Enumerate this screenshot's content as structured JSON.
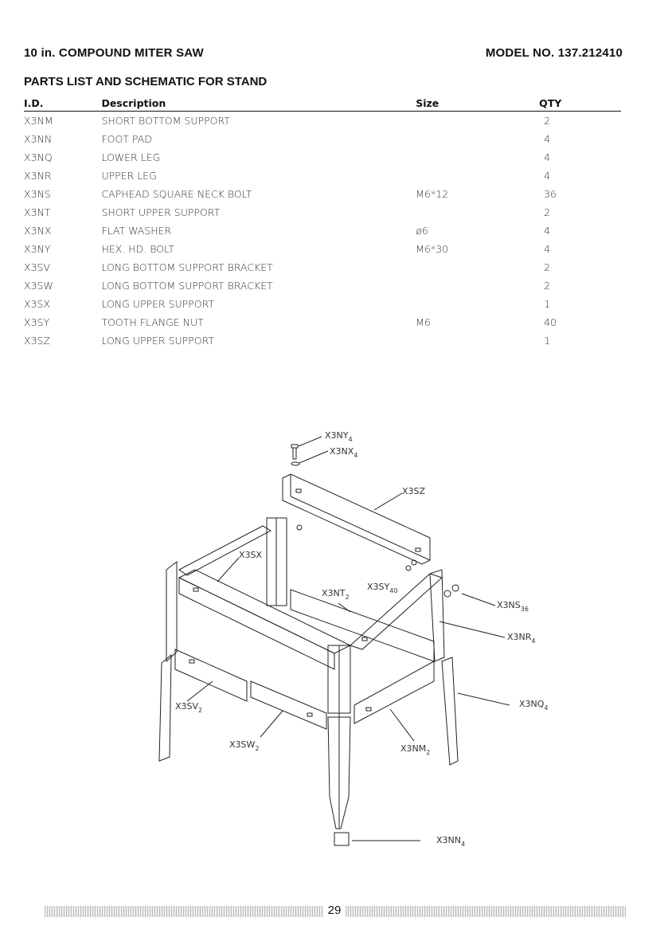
{
  "header": {
    "left": "10 in. COMPOUND MITER SAW",
    "right": "MODEL NO. 137.212410"
  },
  "subtitle": "PARTS LIST AND SCHEMATIC FOR STAND",
  "table": {
    "headers": {
      "id": "I.D.",
      "desc": "Description",
      "size": "Size",
      "qty": "QTY"
    },
    "rows": [
      {
        "id": "X3NM",
        "desc": "SHORT BOTTOM SUPPORT",
        "size": "",
        "qty": "2"
      },
      {
        "id": "X3NN",
        "desc": "FOOT PAD",
        "size": "",
        "qty": "4"
      },
      {
        "id": "X3NQ",
        "desc": "LOWER LEG",
        "size": "",
        "qty": "4"
      },
      {
        "id": "X3NR",
        "desc": "UPPER LEG",
        "size": "",
        "qty": "4"
      },
      {
        "id": "X3NS",
        "desc": "CAPHEAD SQUARE NECK BOLT",
        "size": "M6*12",
        "qty": "36"
      },
      {
        "id": "X3NT",
        "desc": "SHORT UPPER SUPPORT",
        "size": "",
        "qty": "2"
      },
      {
        "id": "X3NX",
        "desc": "FLAT WASHER",
        "size": "ø6",
        "qty": "4"
      },
      {
        "id": "X3NY",
        "desc": "HEX. HD. BOLT",
        "size": "M6*30",
        "qty": "4"
      },
      {
        "id": "X3SV",
        "desc": "LONG BOTTOM SUPPORT BRACKET",
        "size": "",
        "qty": "2"
      },
      {
        "id": "X3SW",
        "desc": "LONG BOTTOM SUPPORT BRACKET",
        "size": "",
        "qty": "2"
      },
      {
        "id": "X3SX",
        "desc": "LONG UPPER SUPPORT",
        "size": "",
        "qty": "1"
      },
      {
        "id": "X3SY",
        "desc": "TOOTH FLANGE NUT",
        "size": "M6",
        "qty": "40"
      },
      {
        "id": "X3SZ",
        "desc": "LONG UPPER SUPPORT",
        "size": "",
        "qty": "1"
      }
    ]
  },
  "callouts": {
    "x3ny": {
      "code": "X3NY",
      "count": "4"
    },
    "x3nx": {
      "code": "X3NX",
      "count": "4"
    },
    "x3sz": {
      "code": "X3SZ",
      "count": ""
    },
    "x3sx": {
      "code": "X3SX",
      "count": ""
    },
    "x3nt": {
      "code": "X3NT",
      "count": "2"
    },
    "x3sy": {
      "code": "X3SY",
      "count": "40"
    },
    "x3ns": {
      "code": "X3NS",
      "count": "36"
    },
    "x3nr": {
      "code": "X3NR",
      "count": "4"
    },
    "x3nq": {
      "code": "X3NQ",
      "count": "4"
    },
    "x3sv": {
      "code": "X3SV",
      "count": "2"
    },
    "x3sw": {
      "code": "X3SW",
      "count": "2"
    },
    "x3nm": {
      "code": "X3NM",
      "count": "2"
    },
    "x3nn": {
      "code": "X3NN",
      "count": "4"
    }
  },
  "footer": {
    "page_number": "29"
  }
}
